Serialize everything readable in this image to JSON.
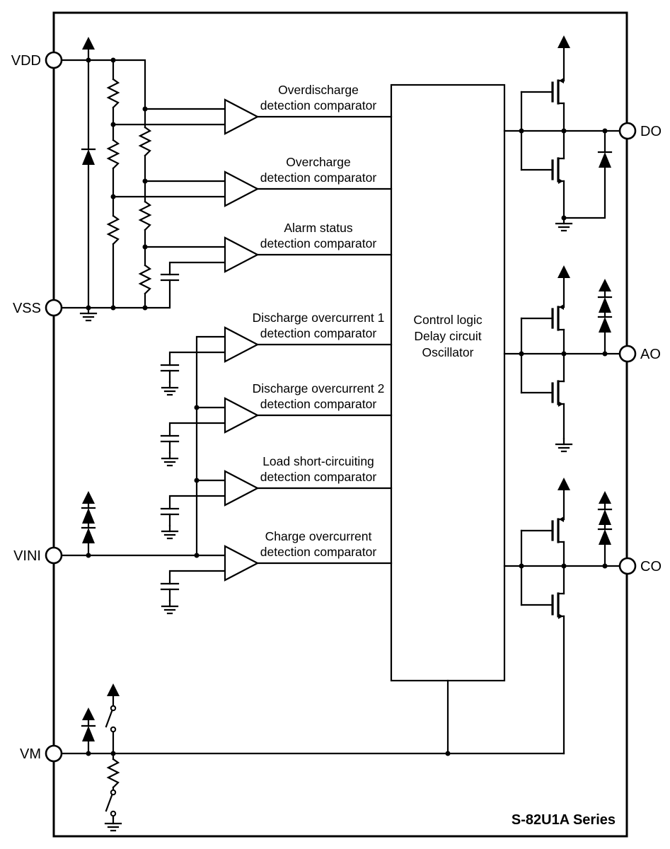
{
  "diagram": {
    "title": "S-82U1A Series",
    "background": "#ffffff",
    "line_color": "#000000",
    "pins": {
      "left": [
        {
          "label": "VDD"
        },
        {
          "label": "VSS"
        },
        {
          "label": "VINI"
        },
        {
          "label": "VM"
        }
      ],
      "right": [
        {
          "label": "DO"
        },
        {
          "label": "AO"
        },
        {
          "label": "CO"
        }
      ]
    },
    "control_block": {
      "line1": "Control logic",
      "line2": "Delay circuit",
      "line3": "Oscillator"
    },
    "comparators": [
      {
        "line1": "Overdischarge",
        "line2": "detection comparator"
      },
      {
        "line1": "Overcharge",
        "line2": "detection comparator"
      },
      {
        "line1": "Alarm status",
        "line2": "detection comparator"
      },
      {
        "line1": "Discharge overcurrent 1",
        "line2": "detection comparator"
      },
      {
        "line1": "Discharge overcurrent 2",
        "line2": "detection comparator"
      },
      {
        "line1": "Load short-circuiting",
        "line2": "detection comparator"
      },
      {
        "line1": "Charge overcurrent",
        "line2": "detection comparator"
      }
    ],
    "symbols": {
      "resistor": "zigzag",
      "capacitor": "parallel-plates",
      "diode": "filled-triangle-bar",
      "supply": "filled-up-arrow",
      "ground": "three-bars",
      "switch": "contact-blade",
      "transistor": "mosfet"
    }
  }
}
